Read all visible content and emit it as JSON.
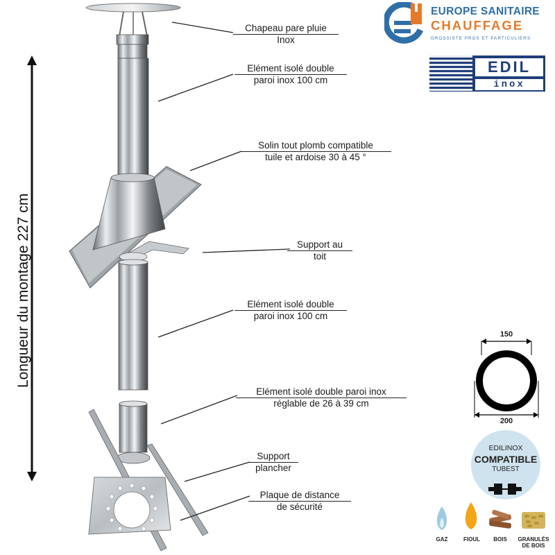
{
  "brand": {
    "line1": "EUROPE SANITAIRE",
    "line2": "CHAUFFAGE",
    "tagline": "GROSSISTE PROS ET PARTICULIERS"
  },
  "edil_logo": {
    "top": "EDIL",
    "bottom": "inox"
  },
  "vertical_label": "Longueur du montage  227 cm",
  "labels": [
    {
      "line1": "Chapeau pare pluie",
      "line2": "Inox"
    },
    {
      "line1": "Elément isolé double",
      "line2": "paroi inox 100 cm"
    },
    {
      "line1": "Solin tout plomb compatible",
      "line2": "tuile et ardoise 30 à 45 °"
    },
    {
      "line1": "Support au",
      "line2": "toit"
    },
    {
      "line1": "Elément isolé double",
      "line2": "paroi inox 100 cm"
    },
    {
      "line1": "Elément isolé double paroi inox",
      "line2": "réglable de 26 à 39 cm"
    },
    {
      "line1": "Support",
      "line2": "plancher"
    },
    {
      "line1": "Plaque de distance",
      "line2": "de sécurité"
    }
  ],
  "diameter": {
    "inner": "150",
    "outer": "200"
  },
  "compat_badge": {
    "line1": "EDILINOX",
    "line2": "COMPATIBLE",
    "line3": "TUBEST"
  },
  "fuels": [
    {
      "label": "GAZ",
      "color": "#9ccbe0"
    },
    {
      "label": "FIOUL",
      "color": "#f2a516"
    },
    {
      "label": "BOIS",
      "color": "#a0633a"
    },
    {
      "label": "GRANULÉS DE BOIS",
      "color": "#d2b45c"
    }
  ],
  "colors": {
    "brand_blue": "#2f6fa8",
    "brand_orange": "#e57a2a",
    "badge_bg": "#cfe3ee"
  }
}
